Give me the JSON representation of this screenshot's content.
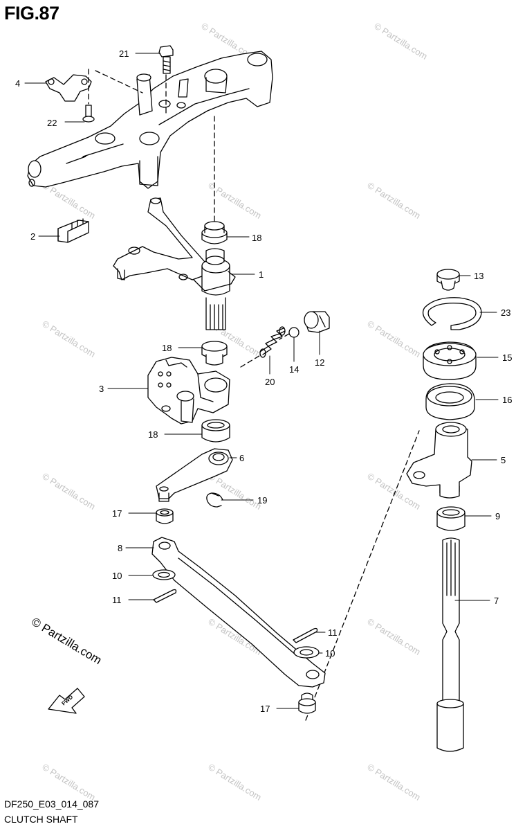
{
  "figure": {
    "title": "FIG.87",
    "code": "DF250_E03_014_087",
    "subtitle": "CLUTCH SHAFT",
    "copyright": "© Partzilla.com",
    "watermark": "© Partzilla.com",
    "fwd_label": "FWD"
  },
  "callouts": [
    {
      "id": "c21",
      "label": "21"
    },
    {
      "id": "c4",
      "label": "4"
    },
    {
      "id": "c22",
      "label": "22"
    },
    {
      "id": "c2",
      "label": "2"
    },
    {
      "id": "c18a",
      "label": "18"
    },
    {
      "id": "c1",
      "label": "1"
    },
    {
      "id": "c13",
      "label": "13"
    },
    {
      "id": "c23",
      "label": "23"
    },
    {
      "id": "c15",
      "label": "15"
    },
    {
      "id": "c16",
      "label": "16"
    },
    {
      "id": "c18b",
      "label": "18"
    },
    {
      "id": "c14",
      "label": "14"
    },
    {
      "id": "c12",
      "label": "12"
    },
    {
      "id": "c20",
      "label": "20"
    },
    {
      "id": "c3",
      "label": "3"
    },
    {
      "id": "c18c",
      "label": "18"
    },
    {
      "id": "c6",
      "label": "6"
    },
    {
      "id": "c5",
      "label": "5"
    },
    {
      "id": "c17a",
      "label": "17"
    },
    {
      "id": "c19",
      "label": "19"
    },
    {
      "id": "c9",
      "label": "9"
    },
    {
      "id": "c8",
      "label": "8"
    },
    {
      "id": "c7",
      "label": "7"
    },
    {
      "id": "c10a",
      "label": "10"
    },
    {
      "id": "c11a",
      "label": "11"
    },
    {
      "id": "c11b",
      "label": "11"
    },
    {
      "id": "c10b",
      "label": "10"
    },
    {
      "id": "c17b",
      "label": "17"
    }
  ]
}
